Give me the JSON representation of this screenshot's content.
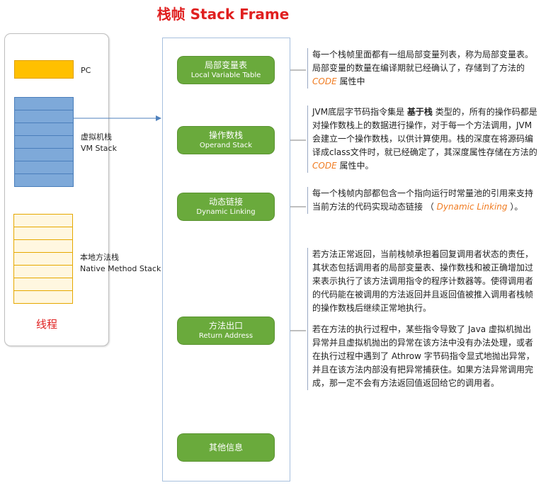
{
  "title": "栈帧  Stack Frame",
  "thread": {
    "pc_label": "PC",
    "vm_stack_zh": "虚拟机栈",
    "vm_stack_en": "VM Stack",
    "native_stack_zh": "本地方法栈",
    "native_stack_en": "Native Method Stack",
    "label": "线程"
  },
  "frame_items": [
    {
      "zh": "局部变量表",
      "en": "Local Variable Table"
    },
    {
      "zh": "操作数栈",
      "en": "Operand Stack"
    },
    {
      "zh": "动态链接",
      "en": "Dynamic Linking"
    },
    {
      "zh": "方法出口",
      "en": "Return Address"
    },
    {
      "zh": "其他信息",
      "en": ""
    }
  ],
  "descriptions": {
    "local_vars": {
      "part1": "每一个栈帧里面都有一组局部变量列表，称为局部变量表。局部变量的数量在编译期就已经确认了，存储到了方法的 ",
      "code": "CODE",
      "part2": " 属性中"
    },
    "operand": {
      "part1": "JVM底层字节码指令集是 ",
      "bold": "基于栈",
      "part2": " 类型的，所有的操作码都是对操作数栈上的数据进行操作，对于每一个方法调用，JVM会建立一个操作数栈，以供计算使用。栈的深度在将源码编译成class文件时，就已经确定了，其深度属性存储在方法的 ",
      "code": "CODE",
      "part3": " 属性中。"
    },
    "dynamic": {
      "part1": "每一个栈帧内部都包含一个指向运行时常量池的引用来支持当前方法的代码实现动态链接 （ ",
      "link": "Dynamic Linking",
      "part2": " ）。"
    },
    "return_normal": "若方法正常返回，当前栈帧承担着回复调用者状态的责任，其状态包括调用者的局部变量表、操作数栈和被正确增加过来表示执行了该方法调用指令的程序计数器等。使得调用者的代码能在被调用的方法返回并且返回值被推入调用者栈帧的操作数栈后继续正常地执行。",
    "return_exception": "若在方法的执行过程中，某些指令导致了 Java 虚拟机抛出异常并且虚拟机抛出的异常在该方法中没有办法处理，或者在执行过程中遇到了 Athrow 字节码指令显式地抛出异常，并且在该方法内部没有把异常捕获住。如果方法异常调用完成，那一定不会有方法返回值返回给它的调用者。"
  }
}
